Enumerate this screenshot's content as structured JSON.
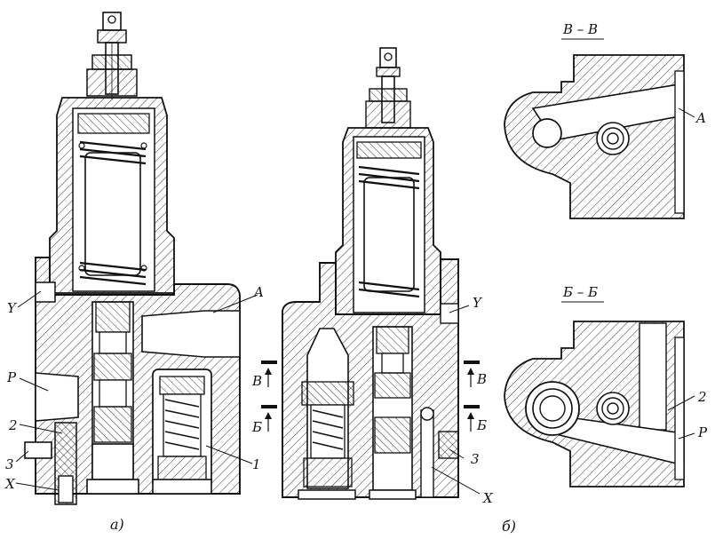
{
  "labels": {
    "view_a": {
      "Y": "Y",
      "A": "A",
      "P": "P",
      "n2": "2",
      "n3": "3",
      "X": "X",
      "n1": "1",
      "caption": "а)"
    },
    "view_b": {
      "Y": "Y",
      "B_left": "В",
      "B_right": "В",
      "Bb_left": "Б",
      "Bb_right": "Б",
      "n3": "3",
      "X": "X",
      "caption": "б)"
    },
    "section_vv": {
      "title": "В – В",
      "A": "A"
    },
    "section_bb": {
      "title": "Б – Б",
      "n2": "2",
      "P": "P"
    }
  }
}
